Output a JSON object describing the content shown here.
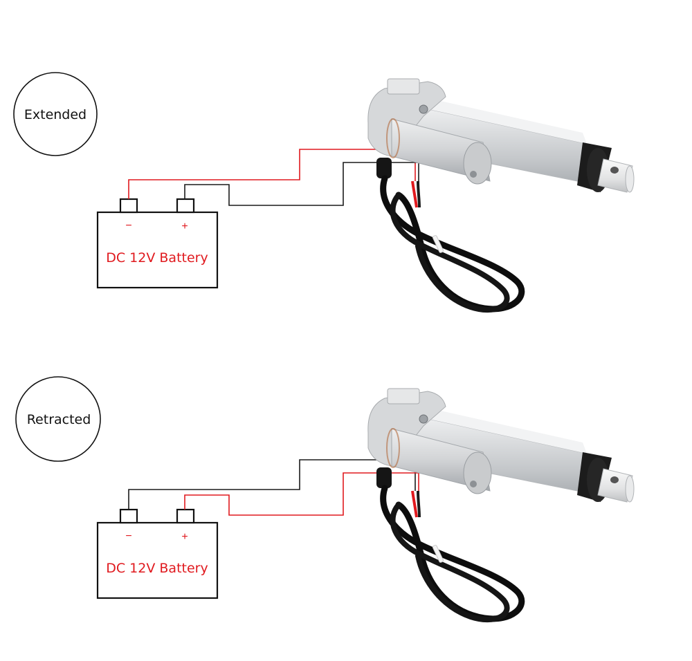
{
  "colors": {
    "red": "#e0191e",
    "wire_black": "#1a1a1a",
    "outline": "#111111",
    "metal": "#d9dbdd",
    "end_cap": "#1c1c1c"
  },
  "panels": [
    {
      "state_label": "Extended",
      "battery": {
        "label": "DC 12V Battery",
        "negative": "−",
        "positive": "+"
      },
      "wiring": {
        "negative_terminal_wire": "red",
        "positive_terminal_wire": "black"
      }
    },
    {
      "state_label": "Retracted",
      "battery": {
        "label": "DC 12V Battery",
        "negative": "−",
        "positive": "+"
      },
      "wiring": {
        "negative_terminal_wire": "black",
        "positive_terminal_wire": "red"
      }
    }
  ],
  "icons": [
    "battery-icon",
    "linear-actuator-icon"
  ]
}
